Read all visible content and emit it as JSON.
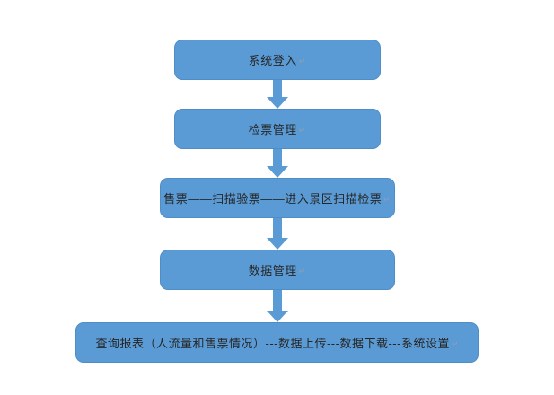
{
  "flowchart": {
    "background_color": "#ffffff",
    "node_fill_color": "#5b9bd5",
    "node_border_color": "#4f8dc6",
    "connector_color": "#5b9bd5",
    "text_color": "#262626",
    "paragraph_mark": "↵",
    "nodes": [
      {
        "label": "系统登入"
      },
      {
        "label": "检票管理"
      },
      {
        "label": "售票——扫描验票——进入景区扫描检票"
      },
      {
        "label": "数据管理"
      },
      {
        "label": "查询报表（人流量和售票情况）---数据上传---数据下载---系统设置"
      }
    ]
  }
}
